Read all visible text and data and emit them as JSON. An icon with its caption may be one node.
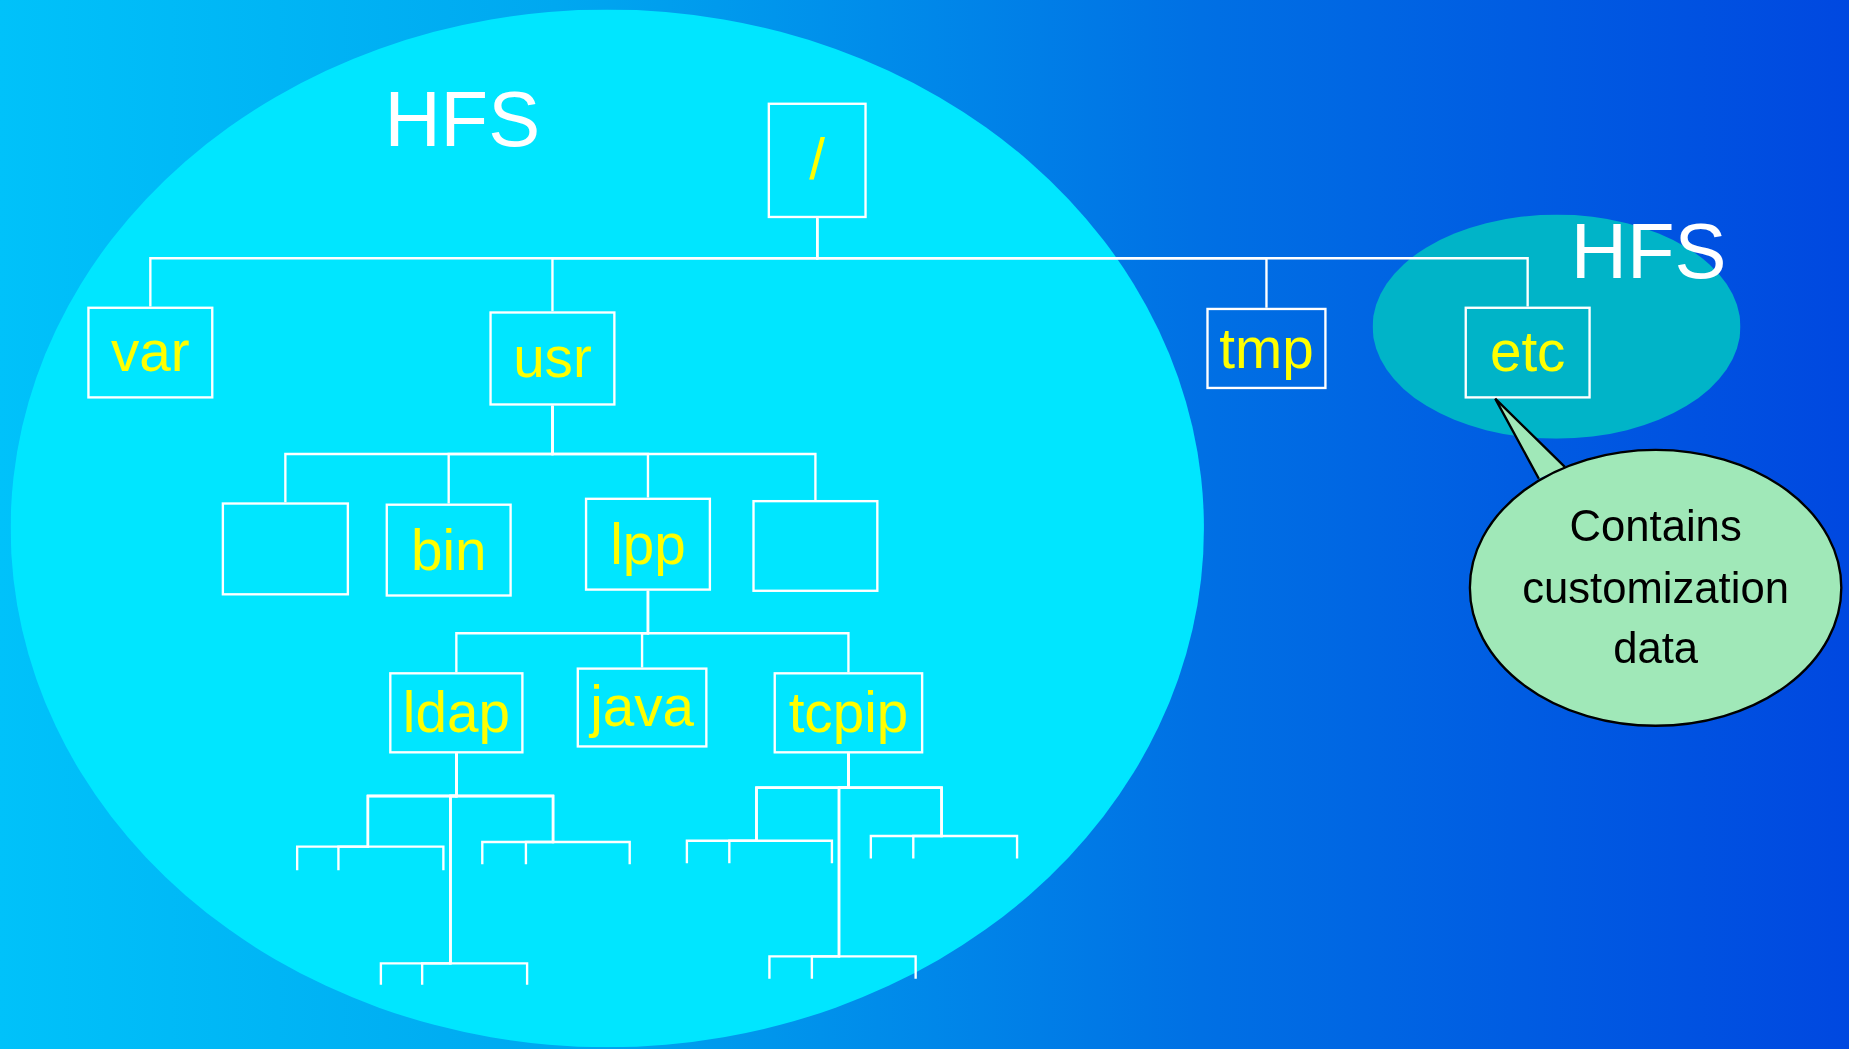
{
  "diagram": {
    "nodes": [
      {
        "text": [
          "HFS"
        ]
      },
      {
        "text": [
          "/"
        ],
        "in": 0
      },
      {
        "text": [
          "var"
        ],
        "in": 0
      },
      {
        "text": [
          "usr"
        ],
        "in": 0
      },
      {
        "text": [],
        "shape": "box",
        "in": 0
      },
      {
        "text": [
          "bin"
        ],
        "in": 0
      },
      {
        "text": [
          "lpp"
        ],
        "in": 0
      },
      {
        "text": [],
        "shape": "box",
        "in": 0
      },
      {
        "text": [
          "ldap"
        ],
        "in": 0
      },
      {
        "text": [
          "java"
        ],
        "in": 0
      },
      {
        "text": [
          "tcpip"
        ],
        "in": 0
      },
      {
        "text": [
          "tmp"
        ]
      },
      {
        "text": [
          "HFS"
        ]
      },
      {
        "text": [
          "etc"
        ],
        "in": 12
      },
      {
        "text": [
          "Contains customization data"
        ]
      }
    ],
    "edges": [
      {
        "from": 1,
        "to": 2,
        "arrow": "none"
      },
      {
        "from": 1,
        "to": 3,
        "arrow": "none"
      },
      {
        "from": 1,
        "to": 11,
        "arrow": "none"
      },
      {
        "from": 1,
        "to": 13,
        "arrow": "none"
      },
      {
        "from": 3,
        "to": 4,
        "arrow": "none"
      },
      {
        "from": 3,
        "to": 5,
        "arrow": "none"
      },
      {
        "from": 3,
        "to": 6,
        "arrow": "none"
      },
      {
        "from": 3,
        "to": 7,
        "arrow": "none"
      },
      {
        "from": 6,
        "to": 8,
        "arrow": "none"
      },
      {
        "from": 6,
        "to": 9,
        "arrow": "none"
      },
      {
        "from": 6,
        "to": 10,
        "arrow": "none"
      },
      {
        "from": 8,
        "to": null,
        "arrow": "none"
      },
      {
        "from": 8,
        "to": null,
        "arrow": "none"
      },
      {
        "from": 8,
        "to": null,
        "arrow": "none"
      },
      {
        "from": 8,
        "to": null,
        "arrow": "none"
      },
      {
        "from": 8,
        "to": null,
        "arrow": "none"
      },
      {
        "from": 8,
        "to": null,
        "arrow": "none"
      },
      {
        "from": 8,
        "to": null,
        "arrow": "none"
      },
      {
        "from": 8,
        "to": null,
        "arrow": "none"
      },
      {
        "from": 8,
        "to": null,
        "arrow": "none"
      },
      {
        "from": 10,
        "to": null,
        "arrow": "none"
      },
      {
        "from": 10,
        "to": null,
        "arrow": "none"
      },
      {
        "from": 10,
        "to": null,
        "arrow": "none"
      },
      {
        "from": 10,
        "to": null,
        "arrow": "none"
      },
      {
        "from": 10,
        "to": null,
        "arrow": "none"
      },
      {
        "from": 10,
        "to": null,
        "arrow": "none"
      },
      {
        "from": 10,
        "to": null,
        "arrow": "none"
      },
      {
        "from": 10,
        "to": null,
        "arrow": "none"
      },
      {
        "from": 10,
        "to": null,
        "arrow": "none"
      },
      {
        "from": 14,
        "to": 13,
        "arrow": "none",
        "color": "#000000"
      }
    ]
  }
}
